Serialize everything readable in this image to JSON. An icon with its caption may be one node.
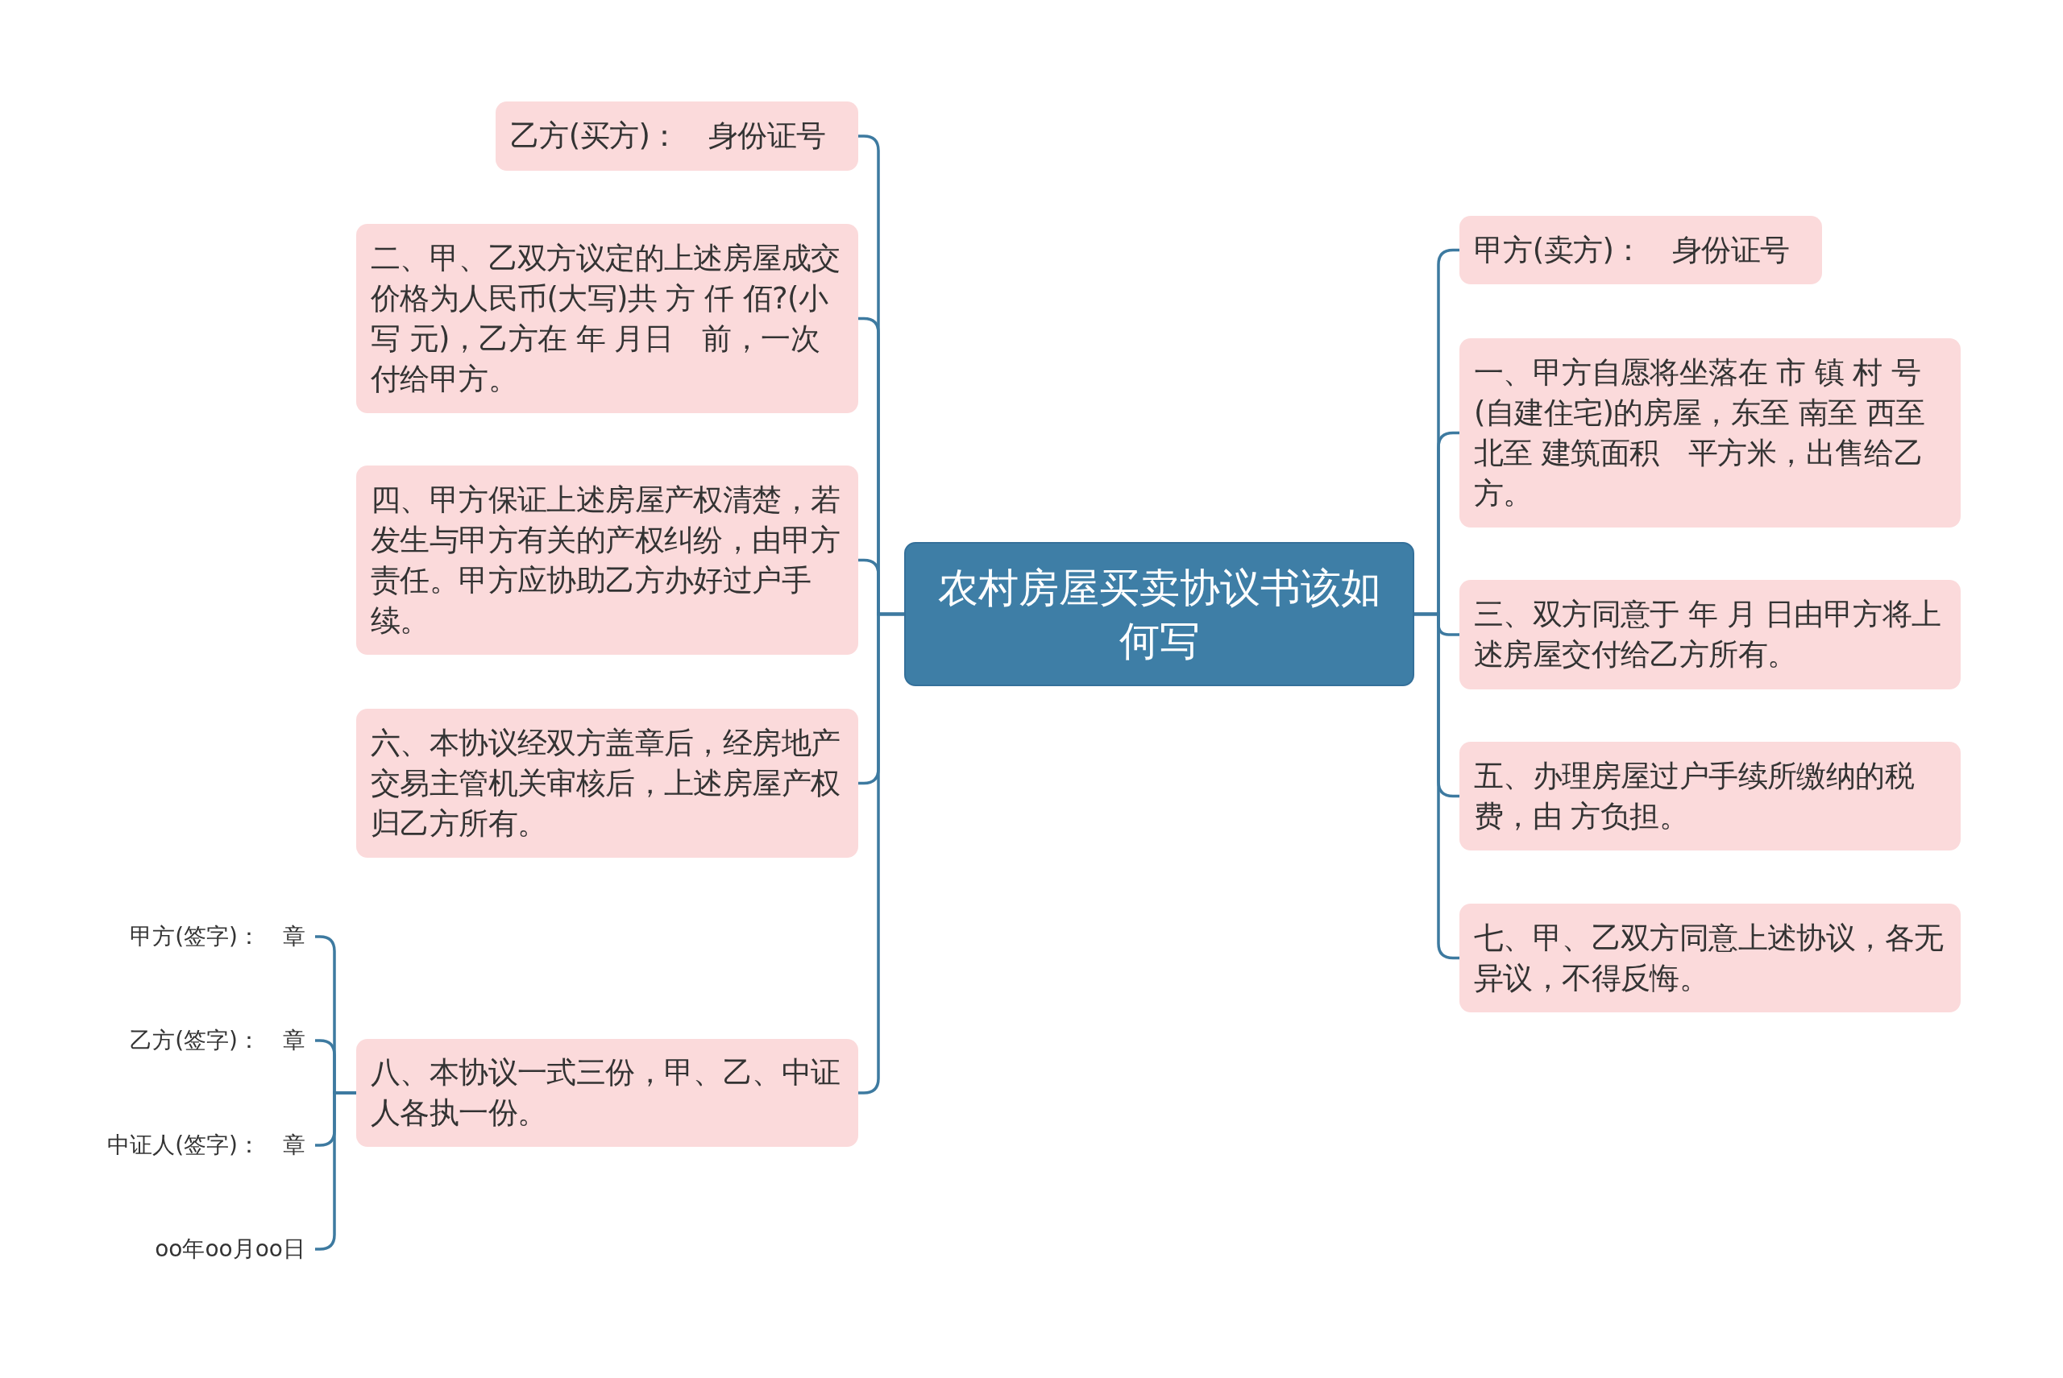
{
  "diagram": {
    "nodes": [
      {
        "text": [
          "农村房屋买卖协议书该如何写"
        ]
      },
      {
        "text": [
          "乙方(买方)：　身份证号"
        ]
      },
      {
        "text": [
          "二、甲、乙双方议定的上述房屋成交价格为人民币(大写)共 方 仟 佰?(小写 元)，乙方在 年 月日　前，一次付给甲方。"
        ]
      },
      {
        "text": [
          "四、甲方保证上述房屋产权清楚，若发生与甲方有关的产权纠纷，由甲方责任。甲方应协助乙方办好过户手续。"
        ]
      },
      {
        "text": [
          "六、本协议经双方盖章后，经房地产交易主管机关审核后，上述房屋产权归乙方所有。"
        ]
      },
      {
        "text": [
          "八、本协议一式三份，甲、乙、中证人各执一份。"
        ]
      },
      {
        "text": [
          "甲方(卖方)：　身份证号"
        ]
      },
      {
        "text": [
          "一、甲方自愿将坐落在 市 镇 村 号(自建住宅)的房屋，东至 南至 西至北至 建筑面积　平方米，出售给乙方。"
        ]
      },
      {
        "text": [
          "三、双方同意于 年 月 日由甲方将上述房屋交付给乙方所有。"
        ]
      },
      {
        "text": [
          "五、办理房屋过户手续所缴纳的税费，由 方负担。"
        ]
      },
      {
        "text": [
          "七、甲、乙双方同意上述协议，各无异议，不得反悔。"
        ]
      },
      {
        "text": [
          "甲方(签字)：　章"
        ]
      },
      {
        "text": [
          "乙方(签字)：　章"
        ]
      },
      {
        "text": [
          "中证人(签字)：　章"
        ]
      },
      {
        "text": [
          "oo年oo月oo日"
        ]
      }
    ],
    "edges": [
      {
        "from": 0,
        "to": 1,
        "arrow": "none"
      },
      {
        "from": 0,
        "to": 2,
        "arrow": "none"
      },
      {
        "from": 0,
        "to": 3,
        "arrow": "none"
      },
      {
        "from": 0,
        "to": 4,
        "arrow": "none"
      },
      {
        "from": 0,
        "to": 5,
        "arrow": "none"
      },
      {
        "from": 0,
        "to": 6,
        "arrow": "none"
      },
      {
        "from": 0,
        "to": 7,
        "arrow": "none"
      },
      {
        "from": 0,
        "to": 8,
        "arrow": "none"
      },
      {
        "from": 0,
        "to": 9,
        "arrow": "none"
      },
      {
        "from": 0,
        "to": 10,
        "arrow": "none"
      },
      {
        "from": 5,
        "to": 11,
        "arrow": "none"
      },
      {
        "from": 5,
        "to": 12,
        "arrow": "none"
      },
      {
        "from": 5,
        "to": 13,
        "arrow": "none"
      },
      {
        "from": 5,
        "to": 14,
        "arrow": "none"
      }
    ]
  }
}
